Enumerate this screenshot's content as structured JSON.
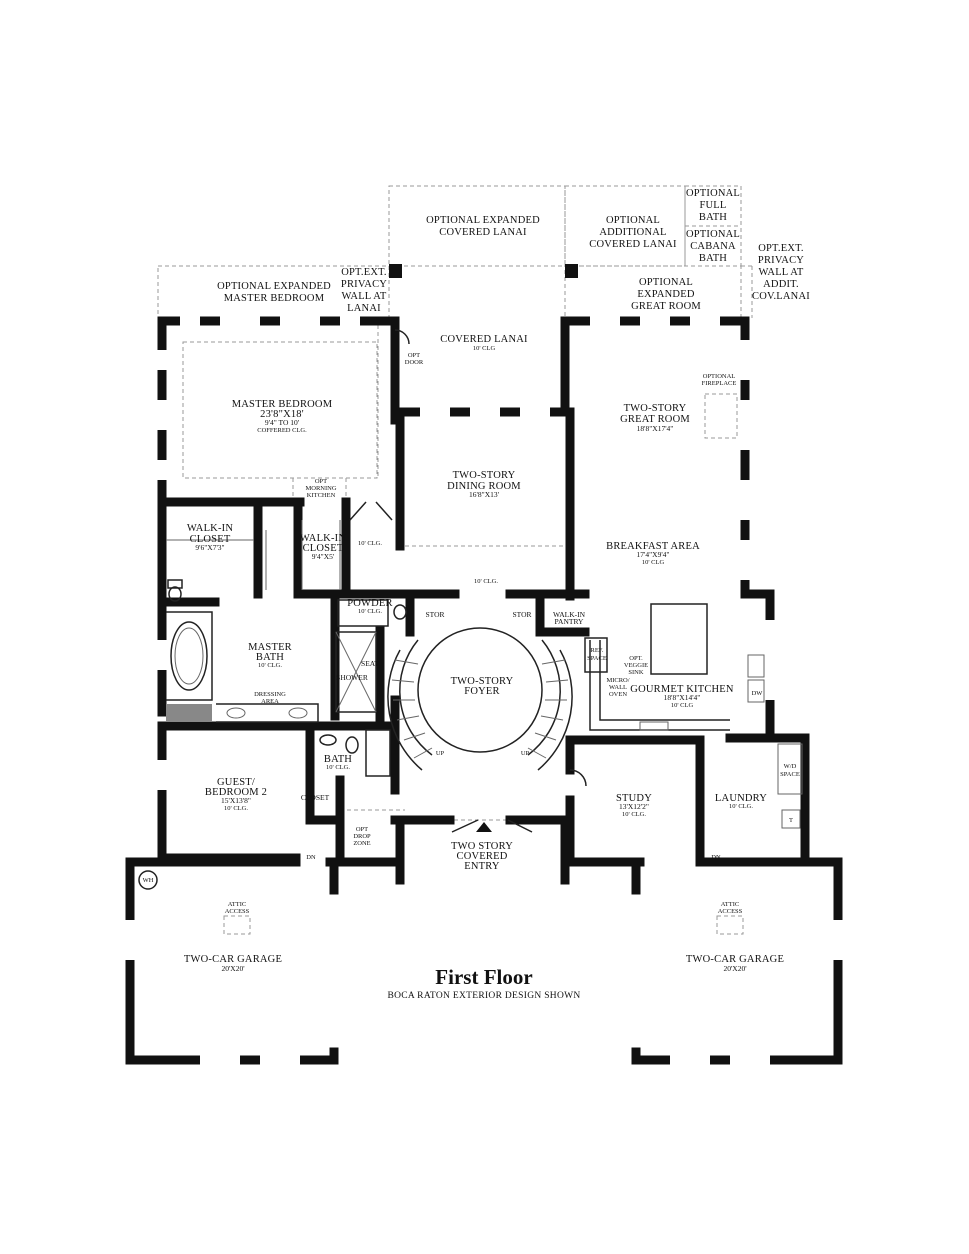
{
  "title": "First Floor",
  "subtitle": "BOCA RATON EXTERIOR DESIGN SHOWN",
  "rooms": {
    "opt_expanded_lanai": [
      "OPTIONAL EXPANDED",
      "COVERED LANAI"
    ],
    "opt_additional_lanai": [
      "OPTIONAL",
      "ADDITIONAL",
      "COVERED LANAI"
    ],
    "opt_full_bath": [
      "OPTIONAL",
      "FULL",
      "BATH"
    ],
    "opt_cabana_bath": [
      "OPTIONAL",
      "CABANA",
      "BATH"
    ],
    "opt_privacy_wall_right": [
      "OPT.EXT.",
      "PRIVACY",
      "WALL AT",
      "ADDIT.",
      "COV.LANAI"
    ],
    "opt_expanded_master": [
      "OPTIONAL EXPANDED",
      "MASTER BEDROOM"
    ],
    "opt_privacy_wall_left": [
      "OPT.EXT.",
      "PRIVACY",
      "WALL AT",
      "LANAI"
    ],
    "opt_expanded_great": [
      "OPTIONAL",
      "EXPANDED",
      "GREAT ROOM"
    ],
    "covered_lanai": [
      "COVERED LANAI"
    ],
    "covered_lanai_clg": "10' CLG",
    "opt_door": [
      "OPT",
      "DOOR"
    ],
    "master_bedroom": [
      "MASTER BEDROOM"
    ],
    "master_bedroom_dim": "23'8\"X18'",
    "master_bedroom_clg": [
      "9'4\" TO 10'",
      "COFFERED CLG."
    ],
    "opt_morning_kitchen": [
      "OPT",
      "MORNING",
      "KITCHEN"
    ],
    "great_room": [
      "TWO-STORY",
      "GREAT ROOM"
    ],
    "great_room_dim": "18'8\"X17'4\"",
    "optional_fireplace": [
      "OPTIONAL",
      "FIREPLACE"
    ],
    "dining_room": [
      "TWO-STORY",
      "DINING ROOM"
    ],
    "dining_room_dim": "16'8\"X13'",
    "walkin_closet_1": [
      "WALK-IN",
      "CLOSET"
    ],
    "walkin_closet_1_dim": "9'6\"X7'3\"",
    "walkin_closet_2": [
      "WALK-IN",
      "CLOSET"
    ],
    "walkin_closet_2_dim": "9'4\"X5'",
    "hall_clg": "10' CLG.",
    "breakfast_area": [
      "BREAKFAST AREA"
    ],
    "breakfast_area_dim": "17'4\"X9'4\"",
    "breakfast_area_clg": "10' CLG",
    "foyer_clg": "10' CLG.",
    "powder": [
      "POWDER"
    ],
    "powder_clg": "10' CLG.",
    "stor_left": "STOR",
    "stor_right": "STOR",
    "walkin_pantry": [
      "WALK-IN",
      "PANTRY"
    ],
    "master_bath": [
      "MASTER",
      "BATH"
    ],
    "master_bath_clg": "10' CLG.",
    "seat": "SEAT",
    "shower": "SHOWER",
    "dressing_area": [
      "DRESSING",
      "AREA"
    ],
    "foyer": [
      "TWO-STORY",
      "FOYER"
    ],
    "ref_space": [
      "REF.",
      "SPACE"
    ],
    "opt_veggie_sink": [
      "OPT.",
      "VEGGIE",
      "SINK"
    ],
    "micro_wall_oven": [
      "MICRO/",
      "WALL",
      "OVEN"
    ],
    "gourmet_kitchen": [
      "GOURMET KITCHEN"
    ],
    "gourmet_kitchen_dim": "18'8\"X14'4\"",
    "gourmet_kitchen_clg": "10' CLG",
    "dw": "DW",
    "up_left": "UP",
    "up_right": "UP",
    "bath": [
      "BATH"
    ],
    "bath_clg": "10' CLG.",
    "guest_bedroom": [
      "GUEST/",
      "BEDROOM 2"
    ],
    "guest_bedroom_dim": "15'X13'8\"",
    "guest_bedroom_clg": "10' CLG.",
    "closet": "CLOSET",
    "study": [
      "STUDY"
    ],
    "study_dim": "13'X12'2\"",
    "study_clg": "10' CLG.",
    "laundry": [
      "LAUNDRY"
    ],
    "laundry_clg": "10' CLG.",
    "wd_space": [
      "W/D",
      "SPACE"
    ],
    "t": "T",
    "opt_drop_zone": [
      "OPT",
      "DROP",
      "ZONE"
    ],
    "covered_entry": [
      "TWO STORY",
      "COVERED",
      "ENTRY"
    ],
    "dn_left": "DN",
    "dn_right": "DN",
    "wh": "WH",
    "attic_access_left": [
      "ATTIC",
      "ACCESS"
    ],
    "attic_access_right": [
      "ATTIC",
      "ACCESS"
    ],
    "garage_left": [
      "TWO-CAR GARAGE"
    ],
    "garage_left_dim": "20'X20'",
    "garage_right": [
      "TWO-CAR GARAGE"
    ],
    "garage_right_dim": "20'X20'"
  }
}
